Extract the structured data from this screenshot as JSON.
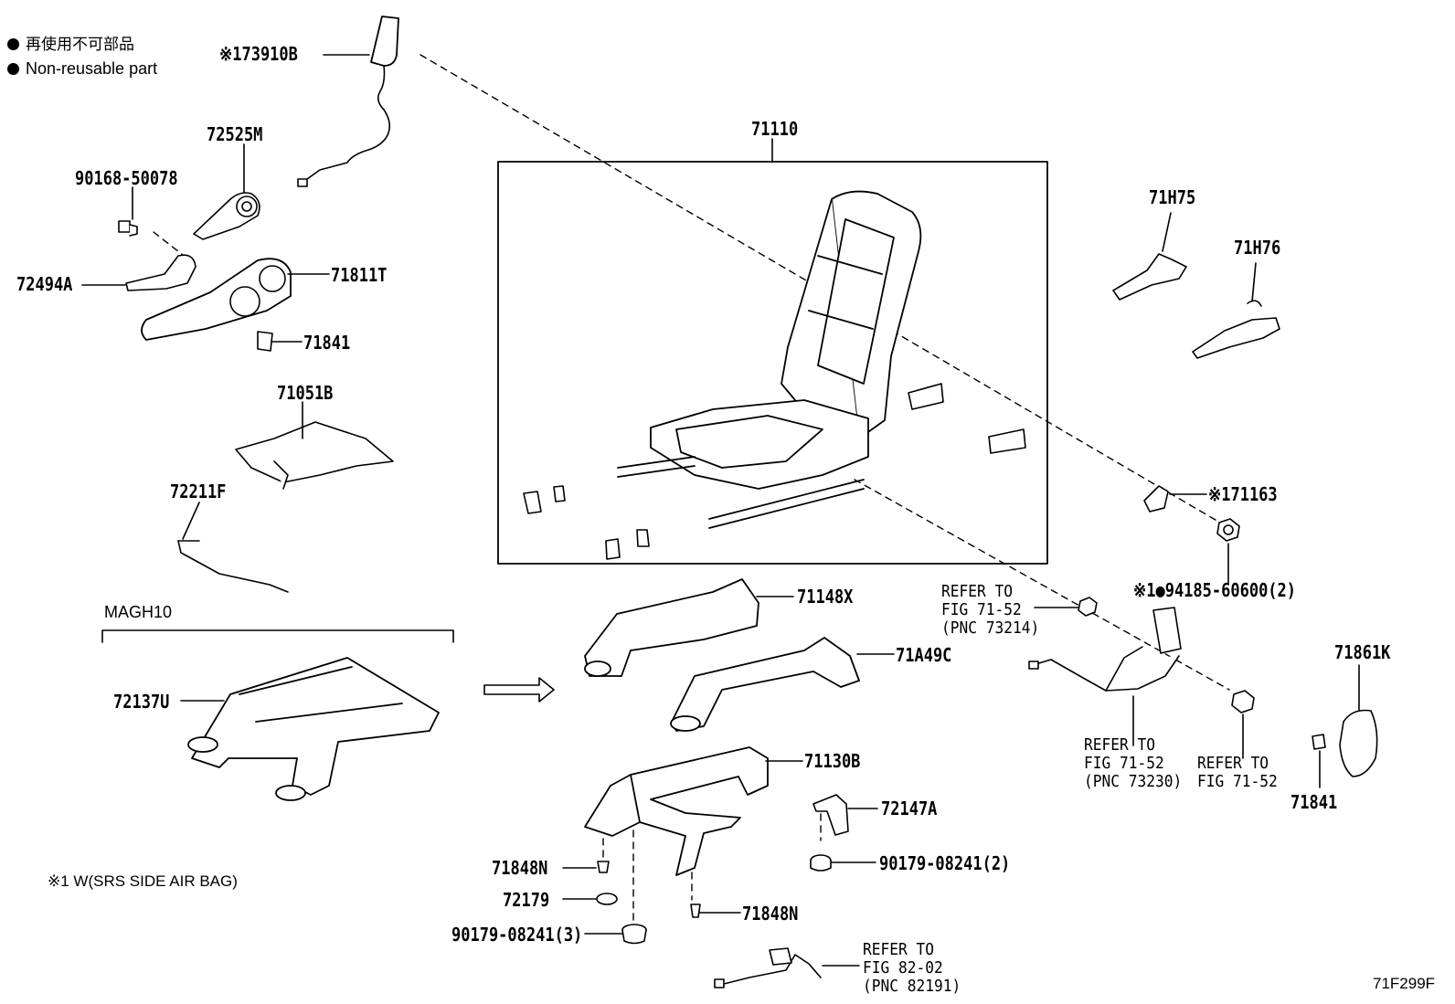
{
  "legend": {
    "line_jp": "再使用不可部品",
    "line_en": "Non-reusable part"
  },
  "figure_code": "71F299F",
  "footnote": "※1 W(SRS SIDE AIR BAG)",
  "variant_label": "MAGH10",
  "parts": {
    "p73910B": "※173910B",
    "p72525M": "72525M",
    "p90168": "90168-50078",
    "p72494A": "72494A",
    "p71811T": "71811T",
    "p71841a": "71841",
    "p71051B": "71051B",
    "p72211F": "72211F",
    "p71110": "71110",
    "p71H75": "71H75",
    "p71H76": "71H76",
    "p71163": "※171163",
    "p94185": "※1●94185-60600(2)",
    "p71148X": "71148X",
    "p71A49C": "71A49C",
    "p71861K": "71861K",
    "p72137U": "72137U",
    "p71130B": "71130B",
    "p72147A": "72147A",
    "p90179_2": "90179-08241(2)",
    "p71848N_a": "71848N",
    "p72179": "72179",
    "p90179_3": "90179-08241(3)",
    "p71848N_b": "71848N",
    "p71841b": "71841"
  },
  "refer_notes": {
    "r73214": "REFER TO\nFIG 71-52\n(PNC 73214)",
    "r73230": "REFER TO\nFIG 71-52\n(PNC 73230)",
    "r7152": "REFER TO\nFIG 71-52",
    "r82191": "REFER TO\nFIG 82-02\n(PNC 82191)"
  }
}
